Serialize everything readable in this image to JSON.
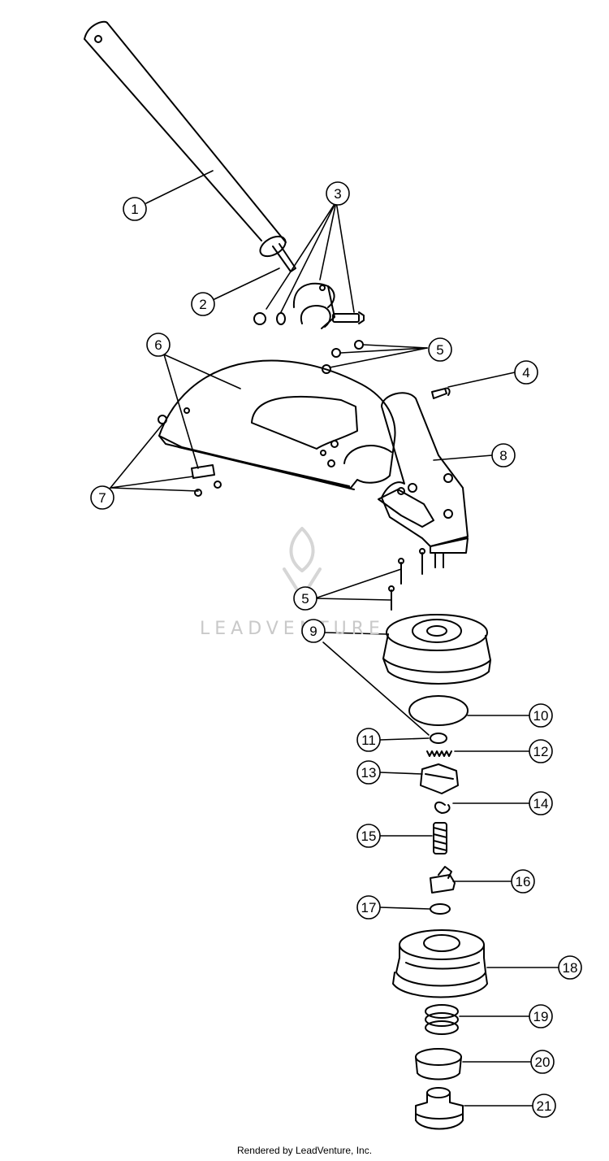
{
  "diagram": {
    "callouts": [
      "1",
      "2",
      "3",
      "4",
      "5",
      "5",
      "6",
      "7",
      "8",
      "9",
      "10",
      "11",
      "12",
      "13",
      "14",
      "15",
      "16",
      "17",
      "18",
      "19",
      "20",
      "21"
    ]
  },
  "watermark": {
    "text": "LEADVENTURE"
  },
  "footer": {
    "text": "Rendered by LeadVenture, Inc."
  }
}
